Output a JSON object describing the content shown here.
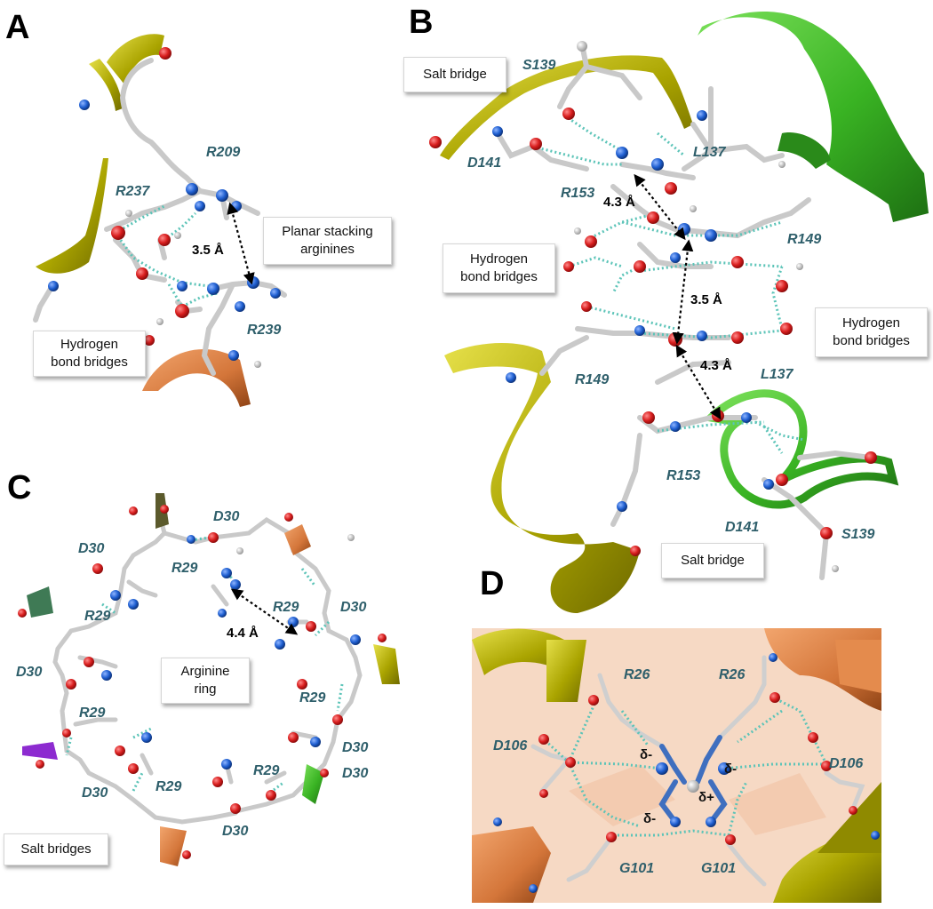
{
  "panels": {
    "A": {
      "letter": "A",
      "residues": [
        "R209",
        "R237",
        "R239"
      ],
      "distance": "3.5 Å",
      "callouts": {
        "stacking": "Planar stacking\narginines",
        "hbond": "Hydrogen\nbond bridges"
      }
    },
    "B": {
      "letter": "B",
      "residues": [
        "S139",
        "D141",
        "L137",
        "R153",
        "R149",
        "R149",
        "L137",
        "R153",
        "D141",
        "S139"
      ],
      "distances": [
        "4.3 Å",
        "3.5 Å",
        "4.3 Å"
      ],
      "callouts": {
        "salt_top": "Salt bridge",
        "hbond_left": "Hydrogen\nbond bridges",
        "hbond_right": "Hydrogen\nbond bridges",
        "salt_bottom": "Salt bridge"
      }
    },
    "C": {
      "letter": "C",
      "residues": [
        "D30",
        "D30",
        "R29",
        "R29",
        "D30",
        "R29",
        "D30",
        "R29",
        "R29",
        "D30",
        "D30",
        "R29",
        "R29",
        "D30",
        "D30"
      ],
      "distance": "4.4 Å",
      "callouts": {
        "ring": "Arginine\nring",
        "salt": "Salt bridges"
      }
    },
    "D": {
      "letter": "D",
      "residues": [
        "R26",
        "R26",
        "D106",
        "D106",
        "G101",
        "G101"
      ],
      "charges": [
        "δ-",
        "δ-",
        "δ+",
        "δ-"
      ]
    }
  },
  "colors": {
    "olive_helix": "#b7b400",
    "green_helix": "#3fb82c",
    "orange_ribbon": "#d4763a",
    "carbon": "#bfbfbf",
    "nitrogen": "#1f5fd1",
    "oxygen": "#d81e1e",
    "hbond": "#5cc4b8",
    "label": "#2f5f6b"
  }
}
